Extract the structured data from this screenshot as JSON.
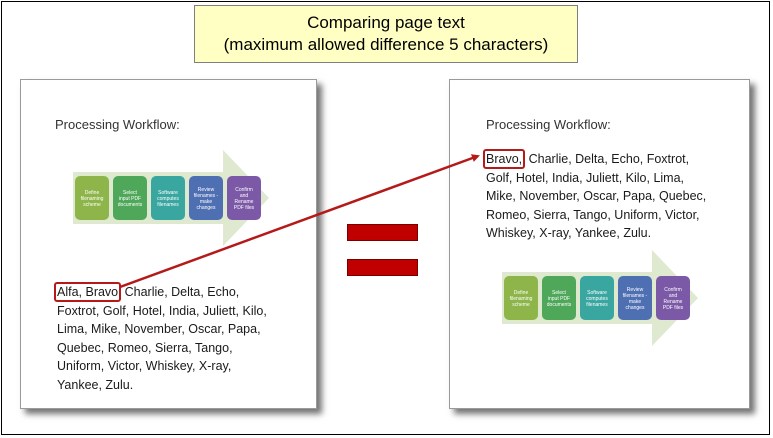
{
  "banner": {
    "line1": "Comparing page text",
    "line2": "(maximum allowed difference 5 characters)"
  },
  "left_page": {
    "heading": "Processing Workflow:",
    "highlight": "Alfa, Bravo",
    "first_line_rest": " Charlie, Delta, Echo,",
    "lines": [
      "Foxtrot, Golf, Hotel, India, Juliett, Kilo,",
      "Lima, Mike, November, Oscar, Papa,",
      "Quebec, Romeo, Sierra, Tango,",
      "Uniform, Victor, Whiskey, X-ray,",
      "Yankee, Zulu."
    ]
  },
  "right_page": {
    "heading": "Processing Workflow:",
    "highlight": "Bravo,",
    "first_line_rest": " Charlie, Delta, Echo, Foxtrot,",
    "lines": [
      "Golf, Hotel, India, Juliett, Kilo, Lima,",
      "Mike, November, Oscar, Papa, Quebec,",
      "Romeo, Sierra, Tango, Uniform, Victor,",
      "Whiskey, X-ray, Yankee, Zulu."
    ]
  },
  "workflow_steps": [
    {
      "label": "Define filenaming scheme",
      "lines": [
        "Define",
        "filenaming",
        "scheme"
      ],
      "color": "#8db549"
    },
    {
      "label": "Select input PDF documents",
      "lines": [
        "Select",
        "input PDF",
        "documents"
      ],
      "color": "#4fa85a"
    },
    {
      "label": "Software computes filenames",
      "lines": [
        "Software",
        "computes",
        "filenames"
      ],
      "color": "#3aa6a0"
    },
    {
      "label": "Review filenames - make changes",
      "lines": [
        "Review",
        "filenames -",
        "make",
        "changes"
      ],
      "color": "#4f6fb3"
    },
    {
      "label": "Confirm and Rename PDF files",
      "lines": [
        "Confirm",
        "and",
        "Rename",
        "PDF files"
      ],
      "color": "#7b59a6"
    }
  ],
  "colors": {
    "highlight": "#b51a1a",
    "equals": "#c00000",
    "banner_bg": "#ffffc4",
    "arrow_bg": "#dfe9cf"
  }
}
